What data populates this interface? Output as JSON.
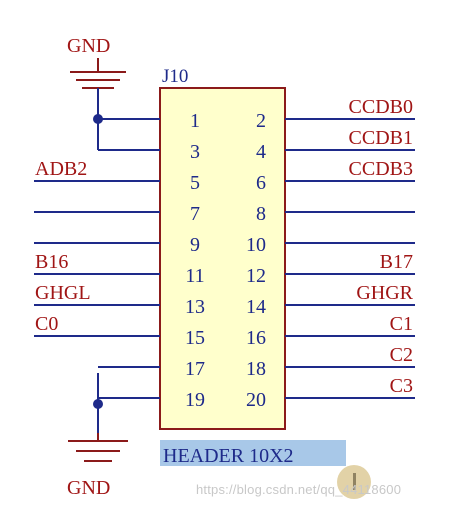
{
  "component": {
    "designator": "J10",
    "part_name": "HEADER 10X2",
    "pins_left": [
      "1",
      "3",
      "5",
      "7",
      "9",
      "11",
      "13",
      "15",
      "17",
      "19"
    ],
    "pins_right": [
      "2",
      "4",
      "6",
      "8",
      "10",
      "12",
      "14",
      "16",
      "18",
      "20"
    ],
    "nets_left": [
      "",
      "",
      "ADB2",
      "",
      "",
      "B16",
      "GHGL",
      "C0",
      "",
      ""
    ],
    "nets_right": [
      "CCDB0",
      "CCDB1",
      "CCDB3",
      "",
      "",
      "B17",
      "GHGR",
      "C1",
      "C2",
      "C3"
    ]
  },
  "power": {
    "top_label": "GND",
    "bottom_label": "GND"
  },
  "watermark": {
    "text": "https://blog.csdn.net/qq_44118600"
  },
  "colors": {
    "body_fill": "#ffffcc",
    "outline": "#8b1a1a",
    "wire": "#1e2a8a",
    "net_label": "#a01515",
    "junction": "#1e2a8a",
    "part_name_bg": "#a8c8e8"
  }
}
